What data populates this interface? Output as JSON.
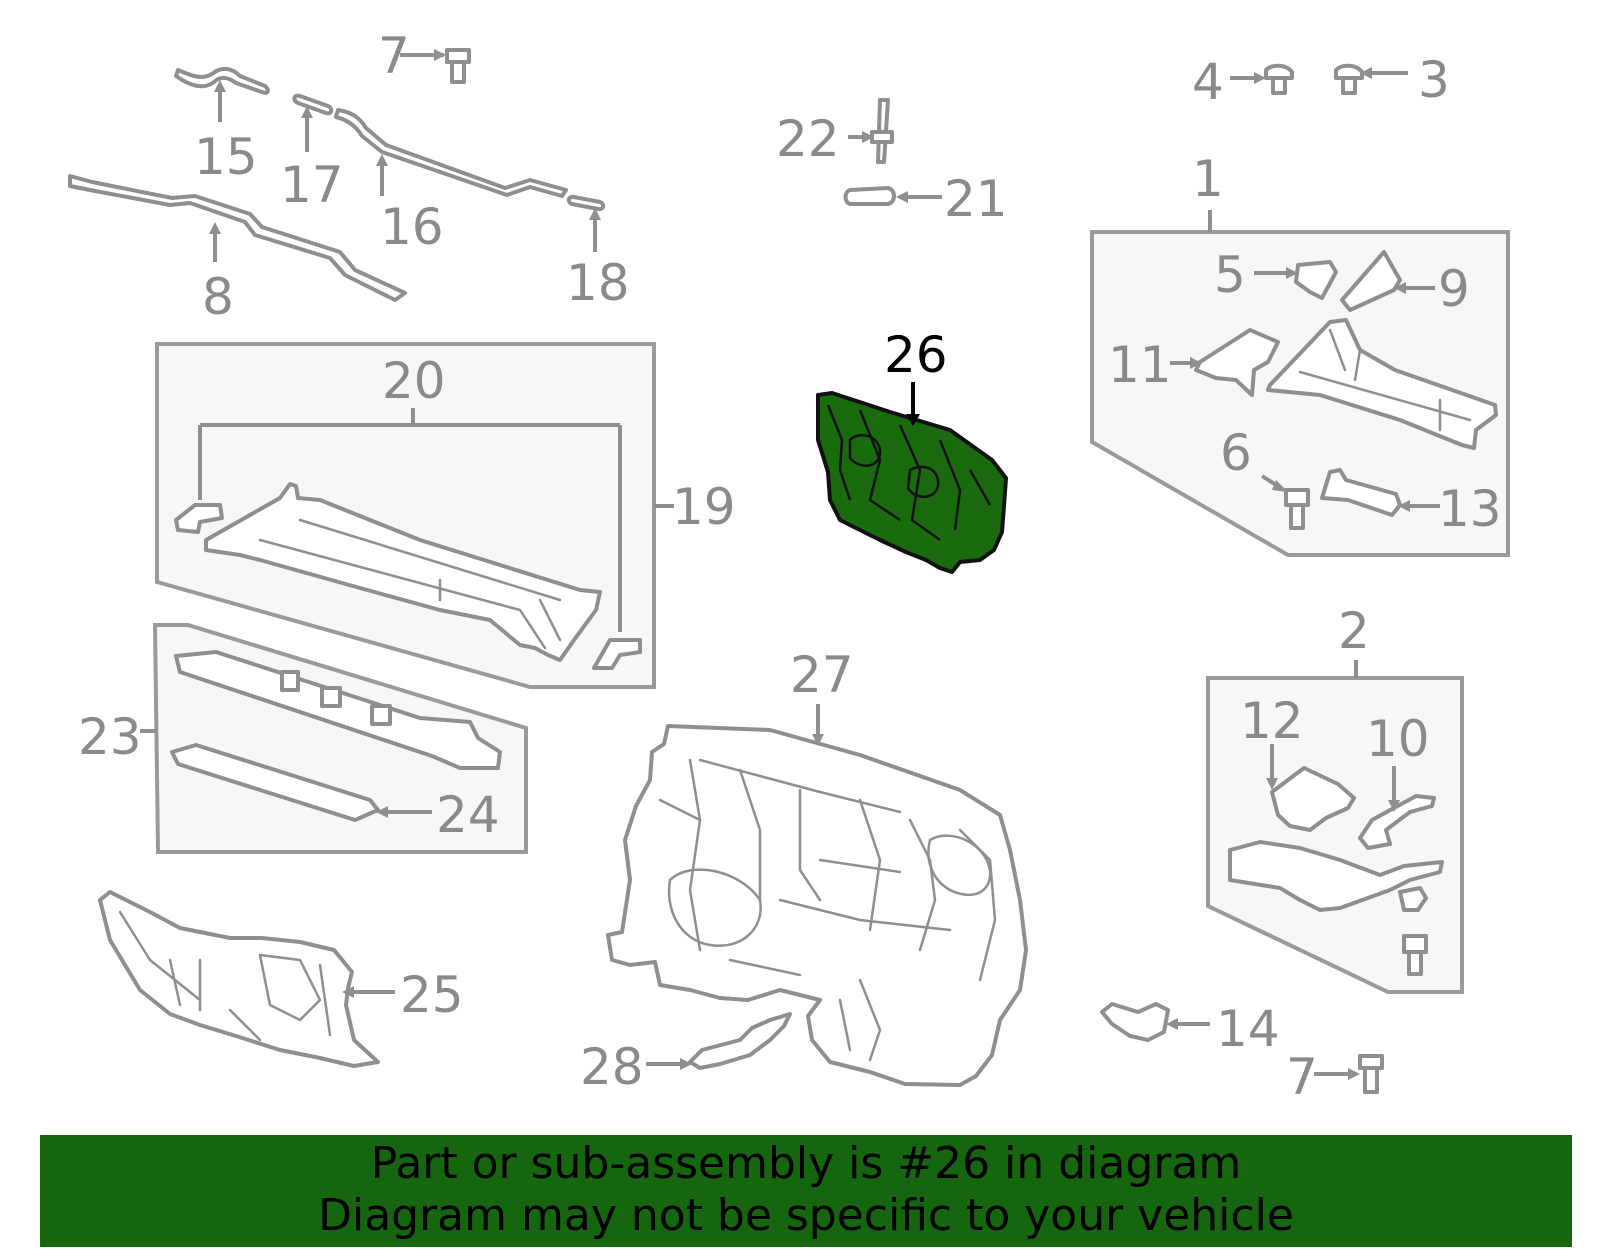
{
  "banner": {
    "line1": "Part or sub-assembly is #26 in diagram",
    "line2": "Diagram may not be specific to your vehicle",
    "background_color": "#16650f"
  },
  "highlight": {
    "part_number": "26",
    "fill_color": "#1a6b0e"
  },
  "callouts": [
    {
      "id": "c1",
      "text": "1"
    },
    {
      "id": "c2",
      "text": "2"
    },
    {
      "id": "c3",
      "text": "3"
    },
    {
      "id": "c4",
      "text": "4"
    },
    {
      "id": "c5",
      "text": "5"
    },
    {
      "id": "c6",
      "text": "6"
    },
    {
      "id": "c7a",
      "text": "7"
    },
    {
      "id": "c7b",
      "text": "7"
    },
    {
      "id": "c8",
      "text": "8"
    },
    {
      "id": "c9",
      "text": "9"
    },
    {
      "id": "c10",
      "text": "10"
    },
    {
      "id": "c11",
      "text": "11"
    },
    {
      "id": "c12",
      "text": "12"
    },
    {
      "id": "c13",
      "text": "13"
    },
    {
      "id": "c14",
      "text": "14"
    },
    {
      "id": "c15",
      "text": "15"
    },
    {
      "id": "c16",
      "text": "16"
    },
    {
      "id": "c17",
      "text": "17"
    },
    {
      "id": "c18",
      "text": "18"
    },
    {
      "id": "c19",
      "text": "19"
    },
    {
      "id": "c20",
      "text": "20"
    },
    {
      "id": "c21",
      "text": "21"
    },
    {
      "id": "c22",
      "text": "22"
    },
    {
      "id": "c23",
      "text": "23"
    },
    {
      "id": "c24",
      "text": "24"
    },
    {
      "id": "c25",
      "text": "25"
    },
    {
      "id": "c26",
      "text": "26"
    },
    {
      "id": "c27",
      "text": "27"
    },
    {
      "id": "c28",
      "text": "28"
    }
  ]
}
